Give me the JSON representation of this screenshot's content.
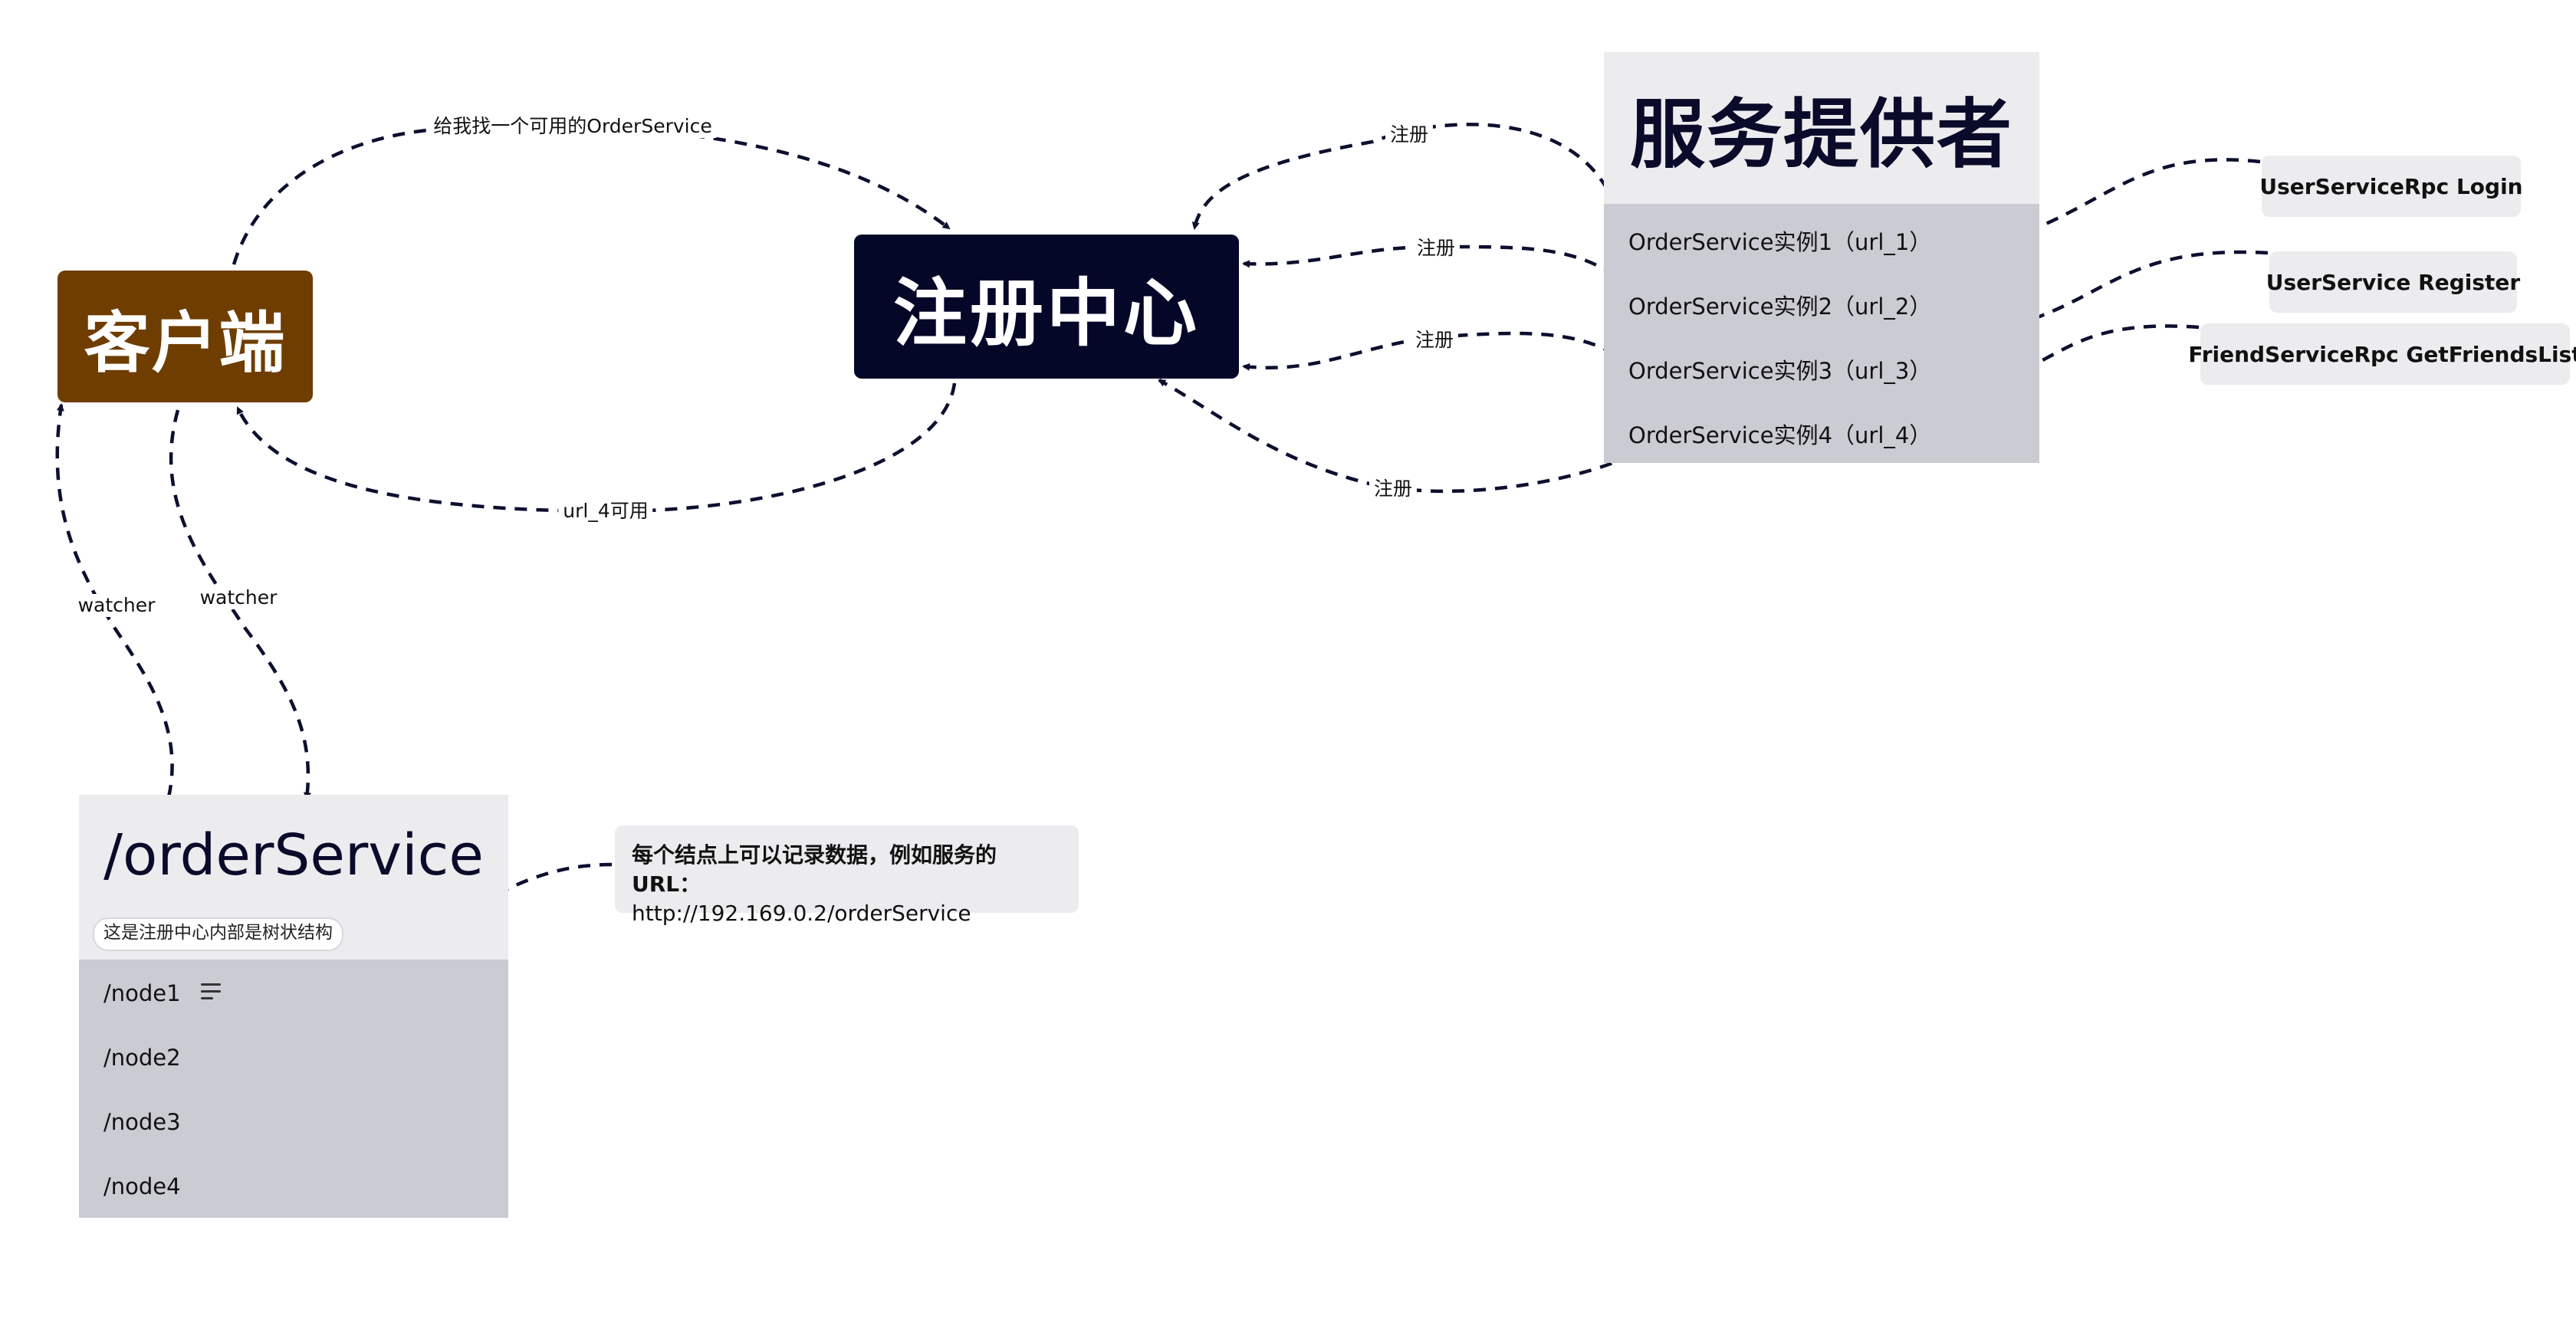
{
  "nodes": {
    "client": "客户端",
    "registry": "注册中心",
    "provider": {
      "title": "服务提供者",
      "instances": [
        "OrderService实例1（url_1）",
        "OrderService实例2（url_2）",
        "OrderService实例3（url_3）",
        "OrderService实例4（url_4）"
      ]
    },
    "tree": {
      "title": "/orderService",
      "note": "这是注册中心内部是树状结构",
      "children": [
        "/node1",
        "/node2",
        "/node3",
        "/node4"
      ]
    },
    "tags": [
      "UserServiceRpc Login",
      "UserService Register",
      "FriendServiceRpc GetFriendsList"
    ],
    "callout": {
      "line1": "每个结点上可以记录数据，例如服务的URL：",
      "line2": "http://192.169.0.2/orderService"
    }
  },
  "edges": {
    "find_service": "给我找一个可用的OrderService",
    "url_available": "url_4可用",
    "register_1": "注册",
    "register_2": "注册",
    "register_3": "注册",
    "register_4": "注册",
    "watcher_up": "watcher",
    "watcher_down": "watcher"
  },
  "icons": {
    "node1_detail": "text-lines-icon"
  },
  "colors": {
    "client_bg": "#6f3d00",
    "registry_bg": "#050729",
    "panel_header": "#ececef",
    "panel_rows": "#cbcbd4",
    "edge": "#0c0f2e"
  }
}
